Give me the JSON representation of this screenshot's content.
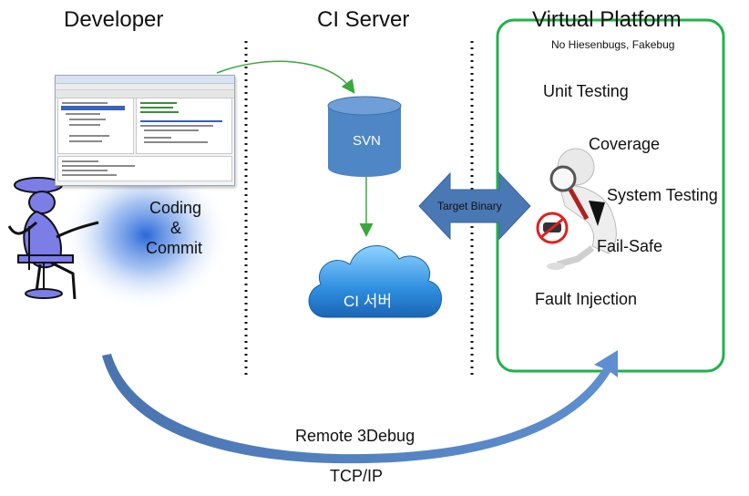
{
  "columns": {
    "developer": "Developer",
    "ci_server": "CI Server",
    "virtual_platform": "Virtual Platform"
  },
  "developer": {
    "action": [
      "Coding",
      "&",
      "Commit"
    ]
  },
  "ci": {
    "svn": "SVN",
    "cloud": "CI 서버"
  },
  "target_binary": "Target Binary",
  "platform": {
    "subtitle": "No Hiesenbugs, Fakebug",
    "items": [
      "Unit Testing",
      "Coverage",
      "System Testing",
      "Fail-Safe",
      "Fault Injection"
    ]
  },
  "bottom": {
    "remote_debug": "Remote 3Debug",
    "protocol": "TCP/IP"
  },
  "colors": {
    "green_frame": "#22b14c",
    "cylinder_blue": "#4f86c6",
    "arrow_blue": "#4a78b5"
  }
}
